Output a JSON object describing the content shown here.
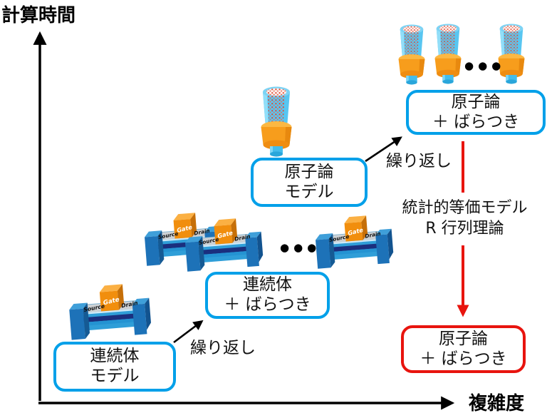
{
  "axes": {
    "y_label": "計算時間",
    "x_label": "複雑度"
  },
  "boxes": {
    "continuum_model": {
      "line1": "連続体",
      "line2": "モデル"
    },
    "continuum_variability": {
      "line1": "連続体",
      "line2": "＋ ばらつき"
    },
    "atomistic_model": {
      "line1": "原子論",
      "line2": "モデル"
    },
    "atomistic_variability": {
      "line1": "原子論",
      "line2": "＋ ばらつき"
    },
    "atomistic_variability_result": {
      "line1": "原子論",
      "line2": "＋ ばらつき"
    }
  },
  "annotations": {
    "repeat_lower": "繰り返し",
    "repeat_upper": "繰り返し",
    "stat_model_line1": "統計的等価モデル",
    "stat_model_line2": "R 行列理論",
    "ellipsis_devices": "●●●",
    "ellipsis_nanowires": "●●●"
  },
  "device_labels": {
    "gate": "Gate",
    "source": "Source",
    "drain": "Drain"
  },
  "colors": {
    "box_border_blue": "#00a0e9",
    "box_border_red": "#e8140e",
    "arrow_black": "#000000",
    "arrow_red": "#e8140e"
  }
}
